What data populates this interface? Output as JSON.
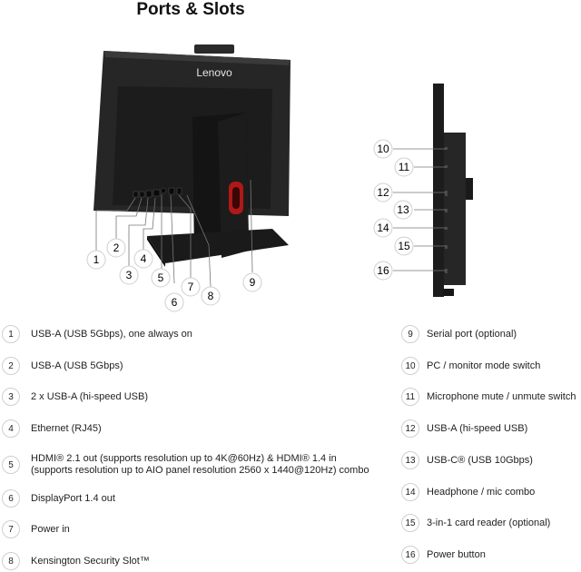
{
  "title": "Ports & Slots",
  "brand_logo": "Lenovo",
  "ports": [
    {
      "number": "1",
      "label": "USB-A (USB 5Gbps), one always on"
    },
    {
      "number": "2",
      "label": "USB-A (USB 5Gbps)"
    },
    {
      "number": "3",
      "label": "2 x USB-A (hi-speed USB)"
    },
    {
      "number": "4",
      "label": "Ethernet (RJ45)"
    },
    {
      "number": "5",
      "label": "HDMI® 2.1 out (supports resolution up to 4K@60Hz) & HDMI® 1.4 in (supports resolution up to AIO panel resolution 2560 x 1440@120Hz) combo"
    },
    {
      "number": "6",
      "label": "DisplayPort 1.4 out"
    },
    {
      "number": "7",
      "label": "Power in"
    },
    {
      "number": "8",
      "label": "Kensington Security Slot™"
    },
    {
      "number": "9",
      "label": "Serial port (optional)"
    },
    {
      "number": "10",
      "label": "PC / monitor mode switch"
    },
    {
      "number": "11",
      "label": "Microphone mute / unmute switch"
    },
    {
      "number": "12",
      "label": "USB-A (hi-speed USB)"
    },
    {
      "number": "13",
      "label": "USB-C® (USB 10Gbps)"
    },
    {
      "number": "14",
      "label": "Headphone / mic combo"
    },
    {
      "number": "15",
      "label": "3-in-1 card reader (optional)"
    },
    {
      "number": "16",
      "label": "Power button"
    }
  ],
  "colors": {
    "monitor_body": "#1f1f1f",
    "stand_accent": "#b01818",
    "callout_line": "#777777",
    "badge_border": "#cfcfcf"
  }
}
